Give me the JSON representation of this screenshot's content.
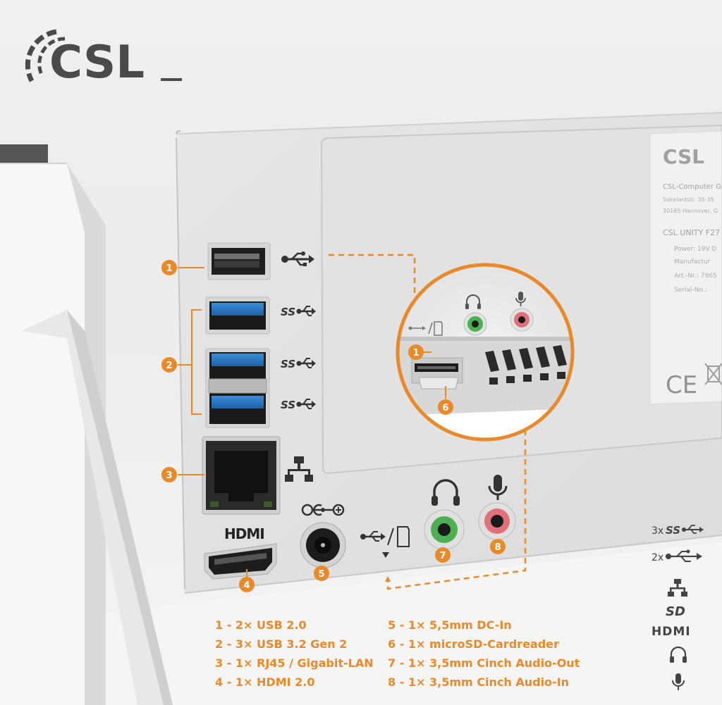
{
  "brand": {
    "logo_text": "CSL",
    "accent": "#e8892a",
    "logo_gray": "#4a4a4a"
  },
  "ports": {
    "usb2": {
      "number": "1"
    },
    "usb3": {
      "number": "2"
    },
    "rj45": {
      "number": "3"
    },
    "hdmi": {
      "number": "4",
      "label": "HDMI"
    },
    "dcin": {
      "number": "5"
    },
    "audio_out": {
      "number": "7"
    },
    "audio_in": {
      "number": "8"
    }
  },
  "zoom": {
    "sd_slot_number": "1",
    "cardreader_number": "6"
  },
  "label_plate": {
    "logo": "CSL",
    "line1": "CSL-Computer G",
    "line2": "Sokelantstr. 35-35",
    "line3": "30165 Hannover, G",
    "model": "CSL UNITY F27",
    "rows": [
      "Power: 19V D",
      "Manufactur",
      "Art.-Nr.: 7965",
      "Serial-No.:"
    ],
    "ce": "CE"
  },
  "specs": [
    "1 - 2× USB 2.0",
    "2 - 3× USB 3.2 Gen 2",
    "3 - 1× RJ45 / Gigabit-LAN",
    "4 - 1× HDMI 2.0",
    "5 - 1× 5,5mm DC-In",
    "6 - 1× microSD-Cardreader",
    "7 - 1× 3,5mm Cinch Audio-Out",
    "8 - 1× 3,5mm Cinch Audio-In"
  ],
  "legend": {
    "usb3_count": "3x",
    "usb2_count": "2x",
    "sd_text": "SD",
    "hdmi_text": "HDMI"
  },
  "icons": [
    "usb-icon",
    "superspeed-usb-icon",
    "network-icon",
    "dc-polarity-icon",
    "usb-sd-icon",
    "headphones-icon",
    "microphone-icon",
    "sd-logo-icon",
    "hdmi-logo-icon",
    "ce-mark-icon",
    "weee-bin-icon"
  ]
}
